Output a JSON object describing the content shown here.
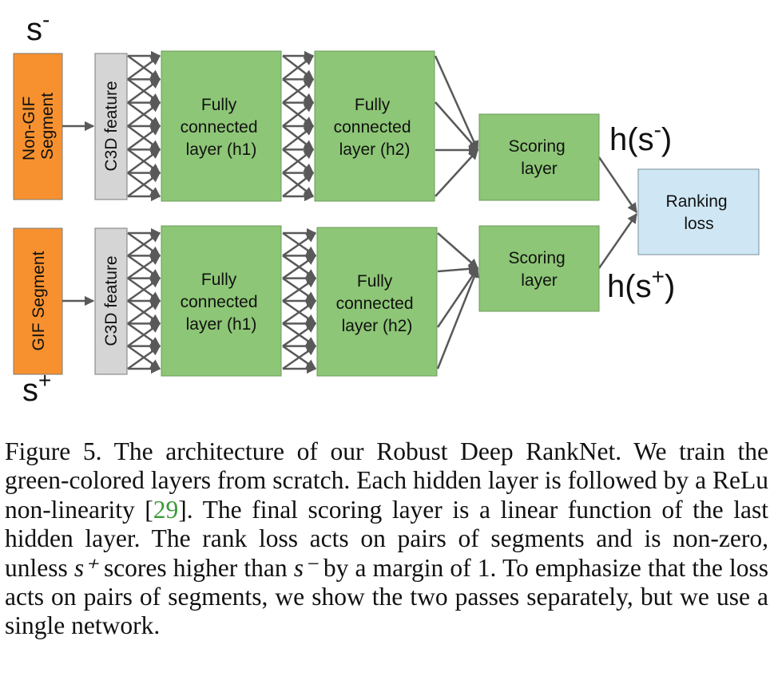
{
  "diagram": {
    "top_input_label": "s",
    "top_input_sup": "-",
    "bottom_input_label": "s",
    "bottom_input_sup": "+",
    "non_gif_line1": "Non-GIF",
    "non_gif_line2": "Segment",
    "gif_segment": "GIF Segment",
    "c3d_feature": "C3D feature",
    "fc_line1": "Fully",
    "fc_line2": "connected",
    "fc_h1_line3": "layer (h1)",
    "fc_h2_line3": "layer (h2)",
    "scoring_line1": "Scoring",
    "scoring_line2": "layer",
    "h_minus_base": "h(s",
    "h_minus_sup": "-",
    "h_plus_base": "h(s",
    "h_plus_sup": "+",
    "h_close": ")",
    "ranking_line1": "Ranking",
    "ranking_line2": "loss",
    "colors": {
      "segment": "#f7912f",
      "feature": "#d5d5d5",
      "layer": "#8dc676",
      "loss": "#cfe7f5",
      "arrow": "#595959"
    }
  },
  "caption": {
    "part1": "Figure 5. The architecture of our Robust Deep RankNet. We train the green-colored layers from scratch. Each hidden layer is followed by a ReLu non-linearity [",
    "ref": "29",
    "part2": "]. The final scoring layer is a linear function of the last hidden layer. The rank loss acts on pairs of segments and is non-zero, unless ",
    "s_plus": "s⁺",
    "part3": " scores higher than ",
    "s_minus": "s⁻",
    "part4": " by a margin of 1. To emphasize that the loss acts on pairs of segments, we show the two passes separately, but we use a single network."
  }
}
